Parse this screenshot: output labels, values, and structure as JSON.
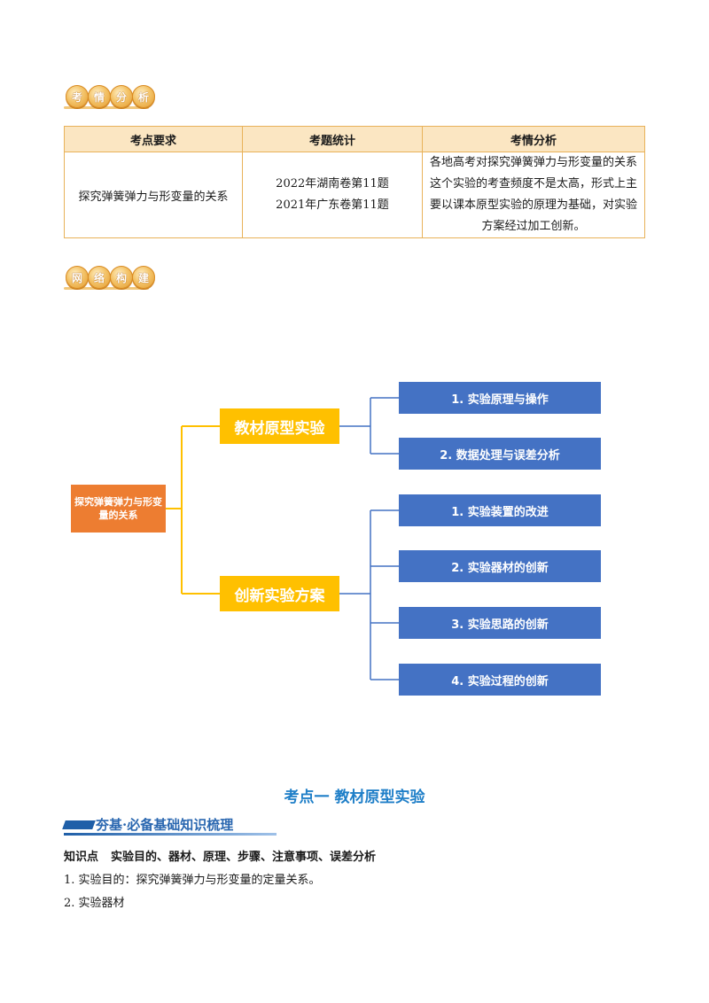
{
  "badge1": {
    "chars": [
      "考",
      "情",
      "分",
      "析"
    ]
  },
  "badge2": {
    "chars": [
      "网",
      "络",
      "构",
      "建"
    ]
  },
  "table": {
    "headers": [
      "考点要求",
      "考题统计",
      "考情分析"
    ],
    "row": {
      "requirement": "探究弹簧弹力与形变量的关系",
      "stats": [
        "2022年湖南卷第11题",
        "2021年广东卷第11题"
      ],
      "analysis": "各地高考对探究弹簧弹力与形变量的关系这个实验的考查频度不是太高，形式上主要以课本原型实验的原理为基础，对实验方案经过加工创新。"
    }
  },
  "mindmap": {
    "root": "探究弹簧弹力与形变量的关系",
    "branches": [
      {
        "label": "教材原型实验",
        "leaves": [
          "1. 实验原理与操作",
          "2. 数据处理与误差分析"
        ]
      },
      {
        "label": "创新实验方案",
        "leaves": [
          "1. 实验装置的改进",
          "2. 实验器材的创新",
          "3. 实验思路的创新",
          "4. 实验过程的创新"
        ]
      }
    ],
    "colors": {
      "root": "#ed7d31",
      "branch": "#ffc000",
      "leaf": "#4472c4",
      "root_line": "#ffc000",
      "leaf_line": "#4472c4"
    }
  },
  "section": {
    "title": "考点一  教材原型实验"
  },
  "banner": {
    "label": "夯基·必备基础知识梳理"
  },
  "knowledge": {
    "heading_prefix": "知识点",
    "heading_text": "实验目的、器材、原理、步骤、注意事项、误差分析",
    "line1": "1. 实验目的：探究弹簧弹力与形变量的定量关系。",
    "line2": "2. 实验器材"
  }
}
